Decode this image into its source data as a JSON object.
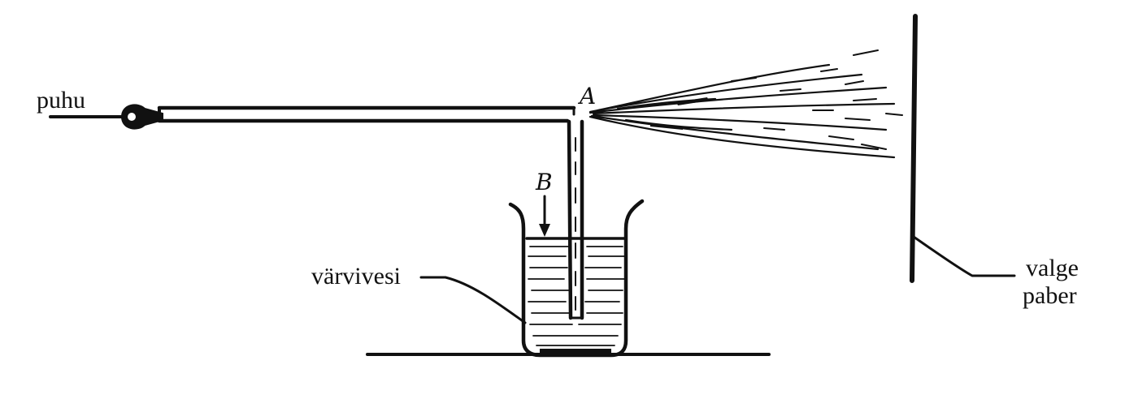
{
  "labels": {
    "puhu": "puhu",
    "point_a": "A",
    "point_b": "B",
    "colored_water": "värvivesi",
    "paper_line1": "valge",
    "paper_line2": "paber"
  },
  "colors": {
    "ink": "#111111",
    "background": "#ffffff"
  }
}
